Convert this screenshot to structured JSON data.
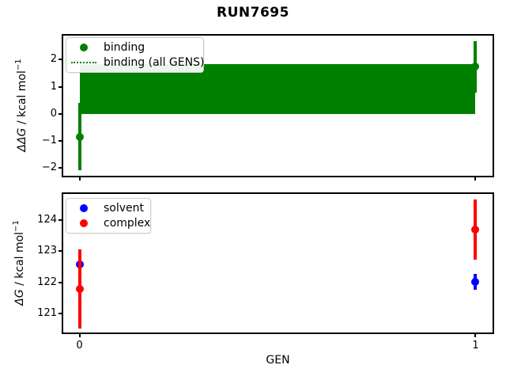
{
  "title": "RUN7695",
  "ui": {
    "xlabel": "GEN",
    "top_ylabel": {
      "sym": "ΔΔG",
      "unit": " / kcal mol",
      "sup": "−1"
    },
    "bottom_ylabel": {
      "sym": "ΔG",
      "unit": " / kcal mol",
      "sup": "−1"
    },
    "top_legend": {
      "items": [
        {
          "label": "binding"
        },
        {
          "label": "binding (all GENS)"
        }
      ]
    },
    "bottom_legend": {
      "items": [
        {
          "label": "solvent"
        },
        {
          "label": "complex"
        }
      ]
    }
  },
  "colors": {
    "binding": "#008000",
    "solvent": "#0000ff",
    "complex": "#ff0000",
    "spine": "#000000",
    "background": "#ffffff"
  },
  "chart_data": [
    {
      "type": "scatter",
      "panel": "top",
      "title": "RUN7695",
      "ylabel": "ΔΔG / kcal mol⁻¹",
      "x": [
        0,
        1
      ],
      "series": [
        {
          "name": "binding",
          "color": "#008000",
          "y": [
            -0.85,
            1.74
          ],
          "yerr": [
            1.25,
            0.96
          ]
        }
      ],
      "band": {
        "name": "binding (all GENS)",
        "color": "#008000",
        "style": "dotted-center-line",
        "x_min": 0,
        "x_max": 1,
        "y_min": 0.0,
        "y_max": 1.83
      },
      "xlim": [
        -0.045,
        1.047
      ],
      "ylim": [
        -2.35,
        2.95
      ],
      "yticks": [
        2,
        1,
        0,
        -1,
        -2
      ],
      "xticks": [
        0,
        1
      ],
      "show_x_tick_labels": false,
      "legend_position": "upper left",
      "grid": false
    },
    {
      "type": "scatter",
      "panel": "bottom",
      "ylabel": "ΔG / kcal mol⁻¹",
      "xlabel": "GEN",
      "x": [
        0,
        1
      ],
      "series": [
        {
          "name": "solvent",
          "color": "#0000ff",
          "y": [
            122.58,
            122.02
          ],
          "yerr": [
            0.28,
            0.26
          ]
        },
        {
          "name": "complex",
          "color": "#ff0000",
          "y": [
            121.78,
            123.7
          ],
          "yerr": [
            1.28,
            0.96
          ]
        }
      ],
      "xlim": [
        -0.045,
        1.047
      ],
      "ylim": [
        120.33,
        124.9
      ],
      "yticks": [
        124,
        123,
        122,
        121
      ],
      "xticks": [
        0,
        1
      ],
      "show_x_tick_labels": true,
      "legend_position": "upper left",
      "grid": false
    }
  ]
}
